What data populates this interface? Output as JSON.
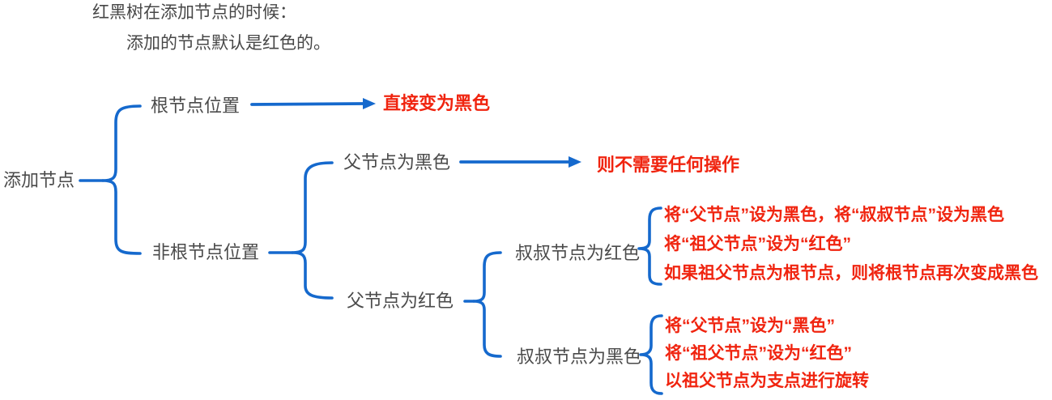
{
  "colors": {
    "accent_blue": "#1569cd",
    "result_red": "#f0240f",
    "label_gray": "#4b4b4b",
    "background": "#ffffff"
  },
  "header": {
    "line1": "红黑树在添加节点的时候：",
    "line2": "添加的节点默认是红色的。"
  },
  "tree": {
    "root_label": "添加节点",
    "root_position": {
      "label": "根节点位置",
      "result": "直接变为黑色"
    },
    "non_root_position": {
      "label": "非根节点位置",
      "parent_black": {
        "label": "父节点为黑色",
        "result": "则不需要任何操作"
      },
      "parent_red": {
        "label": "父节点为红色",
        "uncle_red": {
          "label": "叔叔节点为红色",
          "actions": [
            "将“父节点”设为黑色，将“叔叔节点”设为黑色",
            "将“祖父节点”设为“红色”",
            "如果祖父节点为根节点，则将根节点再次变成黑色"
          ]
        },
        "uncle_black": {
          "label": "叔叔节点为黑色",
          "actions": [
            "将“父节点”设为“黑色”",
            "将“祖父节点”设为“红色”",
            "以祖父节点为支点进行旋转"
          ]
        }
      }
    }
  }
}
